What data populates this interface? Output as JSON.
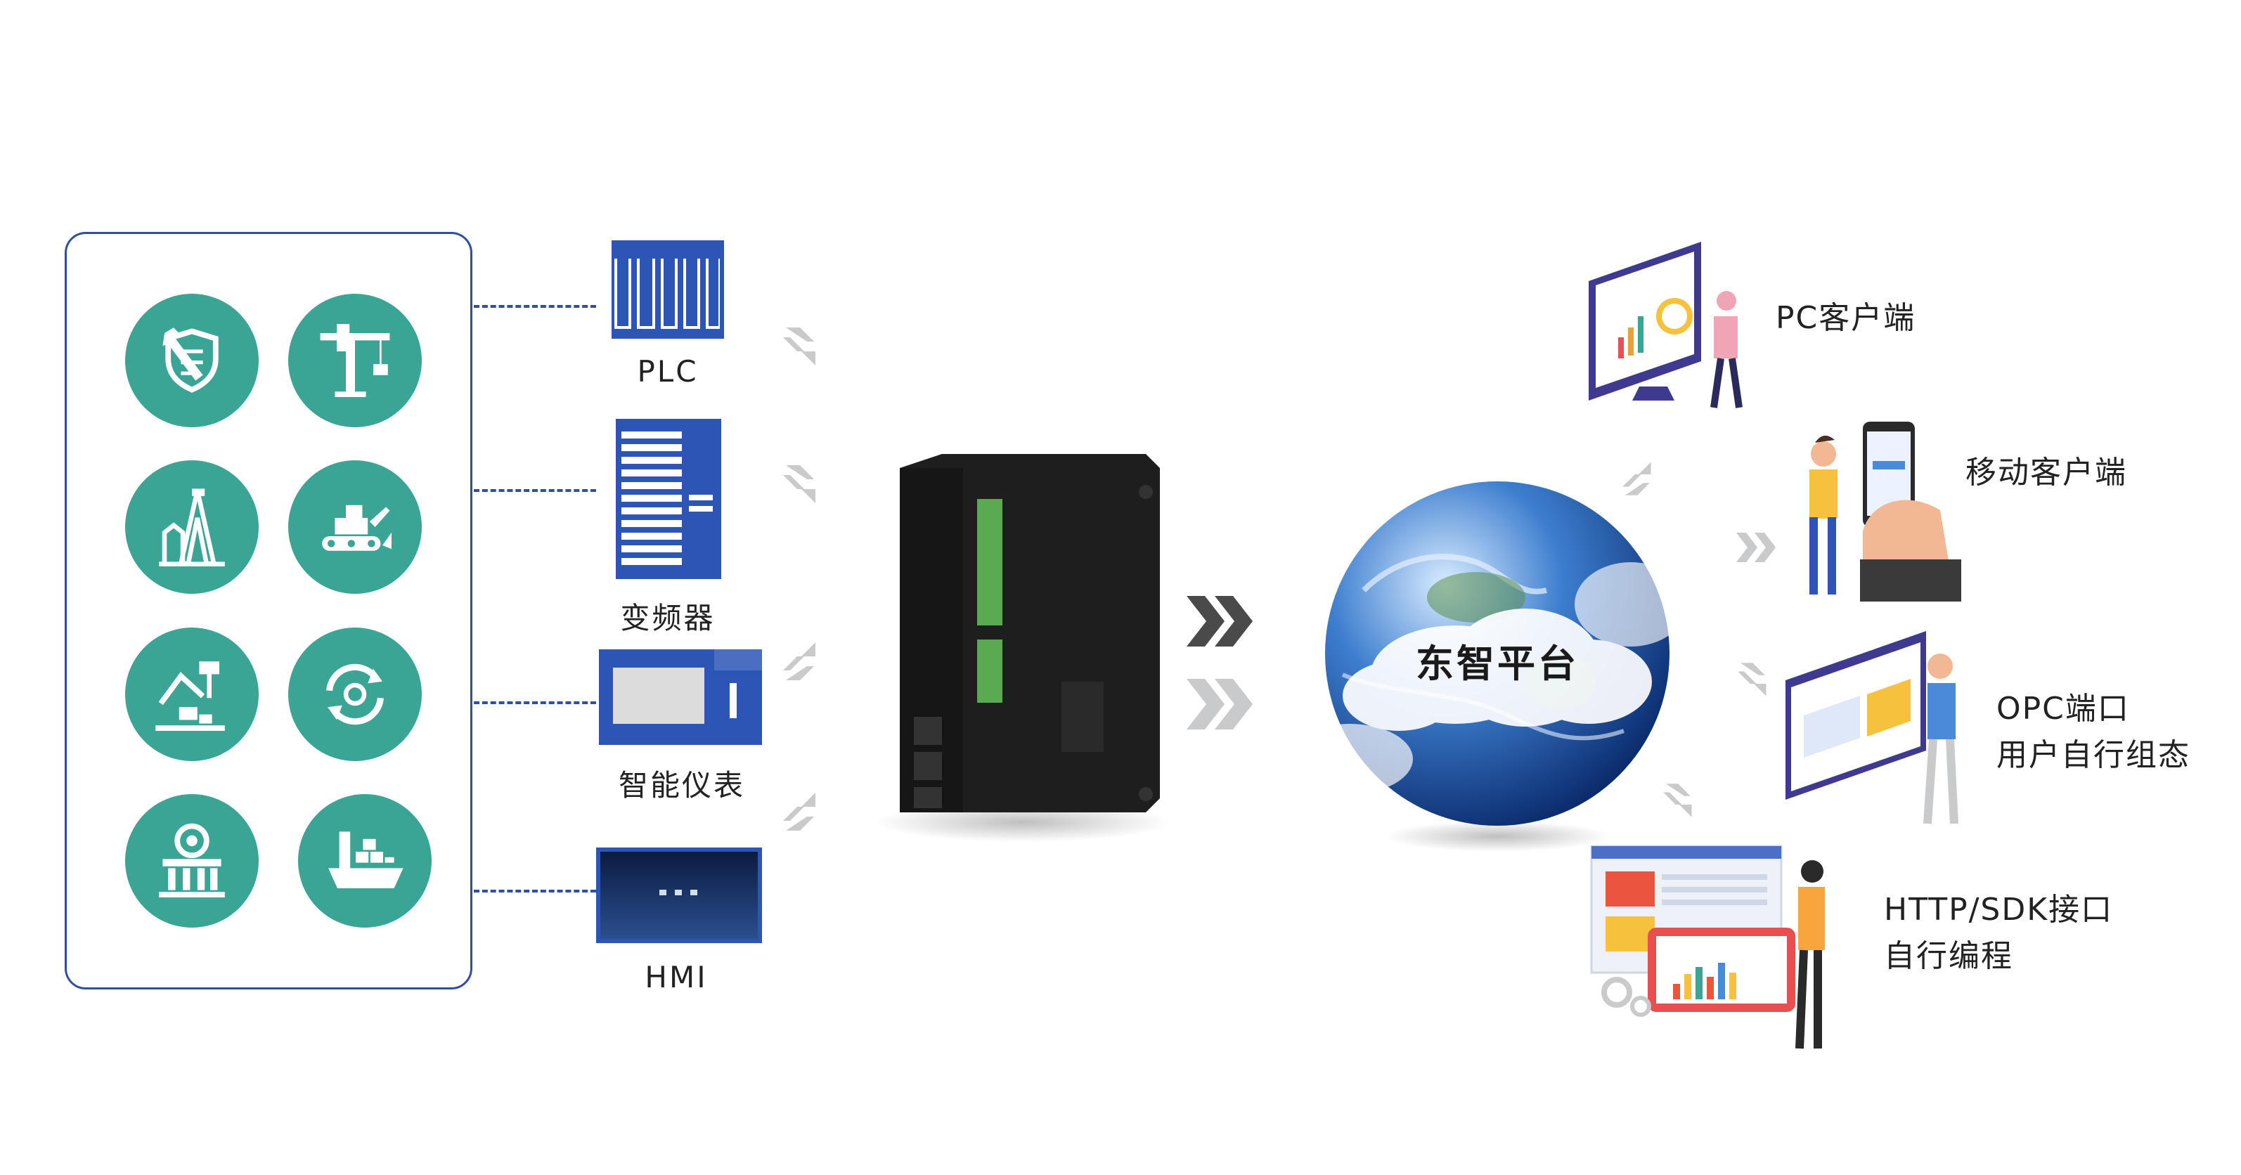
{
  "title": "",
  "devices": [
    {
      "label": "PLC",
      "icon": "plc-icon"
    },
    {
      "label": "变频器",
      "icon": "inverter-icon"
    },
    {
      "label": "智能仪表",
      "icon": "smart-meter-icon"
    },
    {
      "label": "HMI",
      "icon": "hmi-screen-icon"
    }
  ],
  "industries": [
    "security-tools-icon",
    "crane-icon",
    "oil-derrick-icon",
    "bulldozer-icon",
    "excavator-icon",
    "recycle-gear-icon",
    "power-plant-icon",
    "cargo-ship-icon"
  ],
  "gateway": {
    "name": "gateway-device"
  },
  "platform": {
    "label": "东智平台"
  },
  "clients": [
    {
      "line1": "PC客户端",
      "line2": ""
    },
    {
      "line1": "移动客户端",
      "line2": ""
    },
    {
      "line1": "OPC端口",
      "line2": "用户自行组态"
    },
    {
      "line1": "HTTP/SDK接口",
      "line2": "自行编程"
    }
  ],
  "colors": {
    "teal": "#3aa594",
    "navy": "#2f4fa3",
    "device_blue": "#2c55b5",
    "arrow_gray": "#c9cacb",
    "gateway_black": "#1b1b1b"
  }
}
